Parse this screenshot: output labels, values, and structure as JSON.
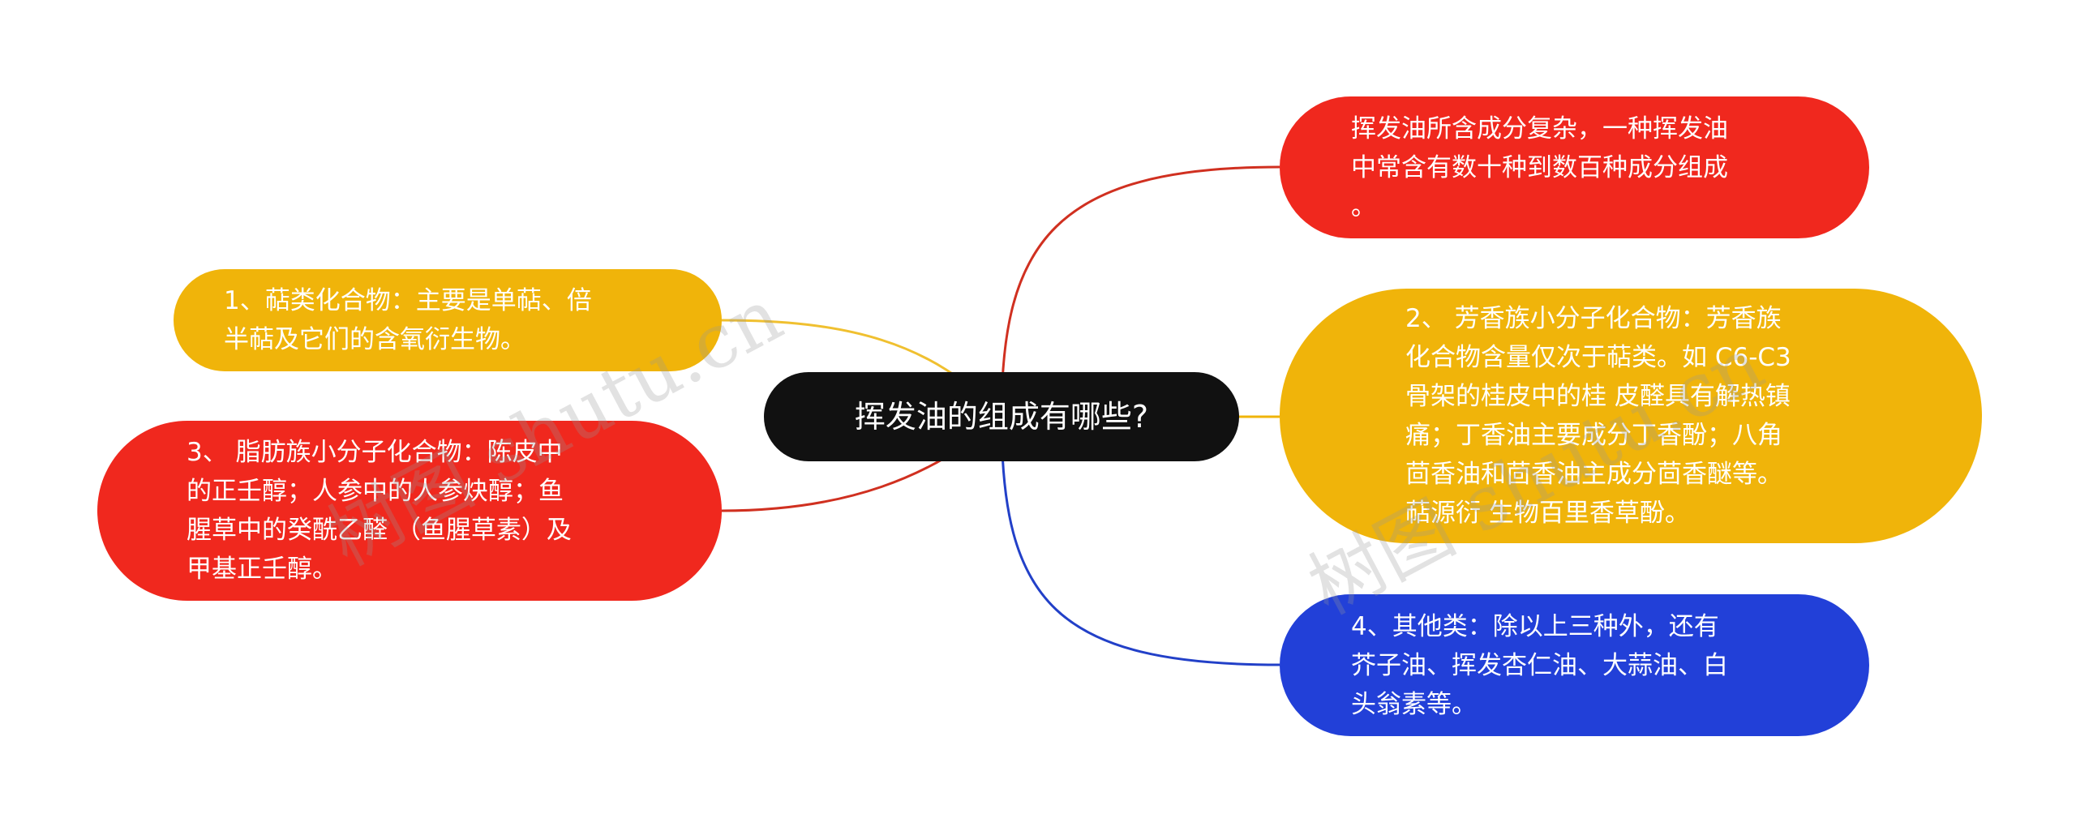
{
  "mindmap": {
    "center": {
      "label": "挥发油的组成有哪些?"
    },
    "branches": {
      "right_1": {
        "text": "挥发油所含成分复杂，一种挥发油\n中常含有数十种到数百种成分组成\n。",
        "color": "#f0281e",
        "line_color": "#d03020"
      },
      "right_2": {
        "text": "2、 芳香族小分子化合物：芳香族\n化合物含量仅次于萜类。如 C6-C3\n骨架的桂皮中的桂 皮醛具有解热镇\n痛；丁香油主要成分丁香酚；八角\n茴香油和茴香油主成分茴香醚等。\n萜源衍 生物百里香草酚。",
        "color": "#f0b40a",
        "line_color": "#f0b40a"
      },
      "right_3": {
        "text": "4、其他类：除以上三种外，还有\n芥子油、挥发杏仁油、大蒜油、白\n头翁素等。",
        "color": "#2240d8",
        "line_color": "#2240c8"
      },
      "left_1": {
        "text": "1、萜类化合物：主要是单萜、倍\n半萜及它们的含氧衍生物。",
        "color": "#f0b40a",
        "line_color": "#f0c030"
      },
      "left_2": {
        "text": "3、 脂肪族小分子化合物：陈皮中\n的正壬醇；人参中的人参炔醇；鱼\n腥草中的癸酰乙醛 （鱼腥草素）及\n甲基正壬醇。",
        "color": "#f0281e",
        "line_color": "#d03020"
      }
    }
  },
  "watermarks": {
    "left": "树图 shutu.cn",
    "right": "树图 shutu.cn"
  }
}
